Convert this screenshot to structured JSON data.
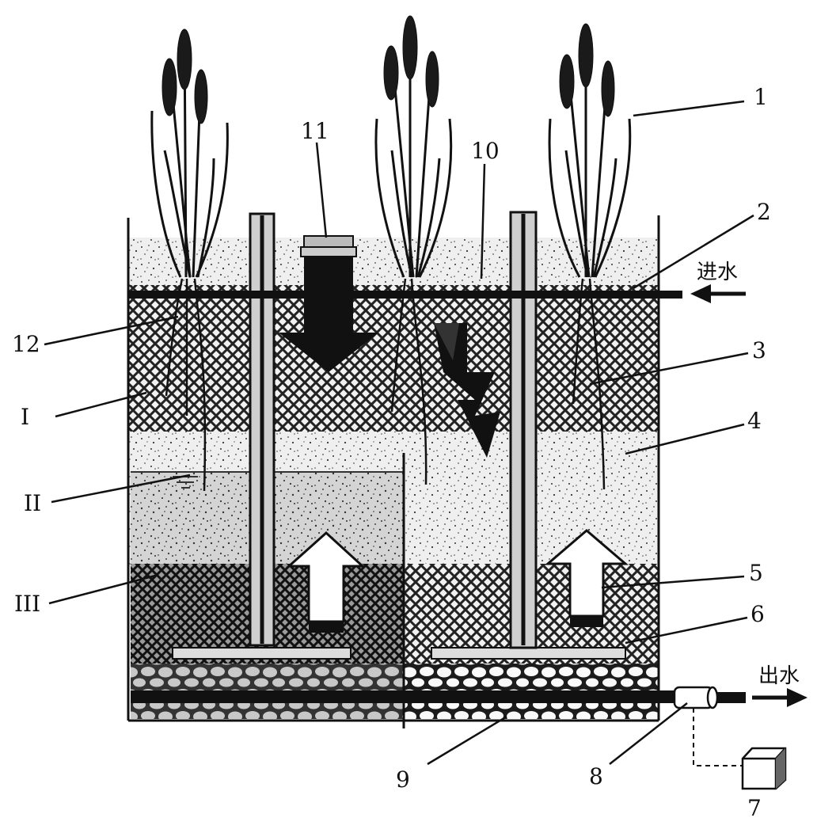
{
  "labels": {
    "n1": "1",
    "n2": "2",
    "n3": "3",
    "n4": "4",
    "n5": "5",
    "n6": "6",
    "n7": "7",
    "n8": "8",
    "n9": "9",
    "n10": "10",
    "n11": "11",
    "n12": "12",
    "zone1": "I",
    "zone2": "II",
    "zone3": "III"
  },
  "flows": {
    "inlet": "进水",
    "outlet": "出水"
  },
  "colors": {
    "ink": "#111111",
    "sand": "#d9d9d9",
    "gravel": "#f4f4f4"
  }
}
